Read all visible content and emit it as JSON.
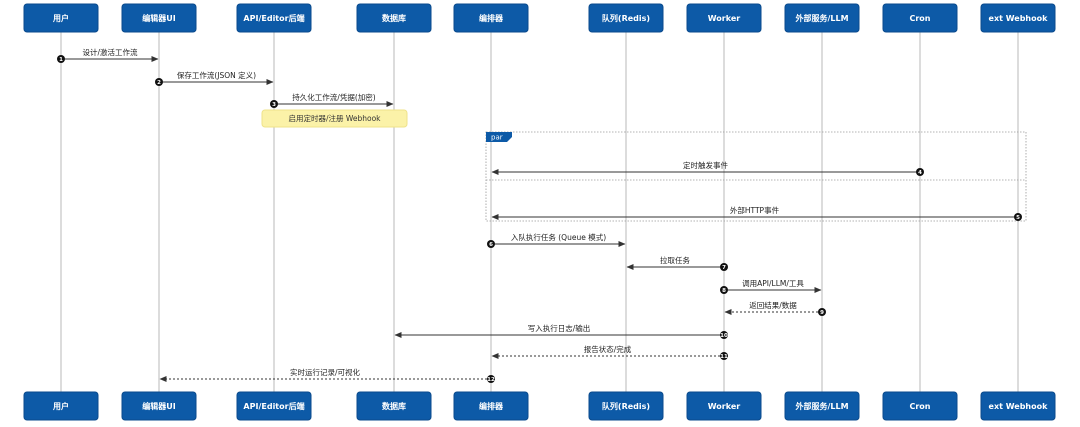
{
  "participants": [
    {
      "id": "user",
      "label": "用户"
    },
    {
      "id": "editor_ui",
      "label": "编辑器UI"
    },
    {
      "id": "api",
      "label": "API/Editor后端"
    },
    {
      "id": "db",
      "label": "数据库"
    },
    {
      "id": "orchestrator",
      "label": "编排器"
    },
    {
      "id": "queue",
      "label": "队列(Redis)"
    },
    {
      "id": "worker",
      "label": "Worker"
    },
    {
      "id": "external",
      "label": "外部服务/LLM"
    },
    {
      "id": "cron",
      "label": "Cron"
    },
    {
      "id": "webhook",
      "label": "ext Webhook"
    }
  ],
  "messages": [
    {
      "num": "1",
      "from": "user",
      "to": "editor_ui",
      "label": "设计/激活工作流",
      "style": "solid"
    },
    {
      "num": "2",
      "from": "editor_ui",
      "to": "api",
      "label": "保存工作流(JSON 定义)",
      "style": "solid"
    },
    {
      "num": "3",
      "from": "api",
      "to": "db",
      "label": "持久化工作流/凭据(加密)",
      "style": "solid"
    },
    {
      "num": "4",
      "from": "cron",
      "to": "orchestrator",
      "label": "定时触发事件",
      "style": "solid"
    },
    {
      "num": "5",
      "from": "webhook",
      "to": "orchestrator",
      "label": "外部HTTP事件",
      "style": "solid"
    },
    {
      "num": "6",
      "from": "orchestrator",
      "to": "queue",
      "label": "入队执行任务 (Queue 模式)",
      "style": "solid"
    },
    {
      "num": "7",
      "from": "worker",
      "to": "queue",
      "label": "拉取任务",
      "style": "solid"
    },
    {
      "num": "8",
      "from": "worker",
      "to": "external",
      "label": "调用API/LLM/工具",
      "style": "solid"
    },
    {
      "num": "9",
      "from": "external",
      "to": "worker",
      "label": "返回结果/数据",
      "style": "dashed"
    },
    {
      "num": "10",
      "from": "worker",
      "to": "db",
      "label": "写入执行日志/输出",
      "style": "solid"
    },
    {
      "num": "11",
      "from": "worker",
      "to": "orchestrator",
      "label": "报告状态/完成",
      "style": "dashed"
    },
    {
      "num": "12",
      "from": "orchestrator",
      "to": "editor_ui",
      "label": "实时运行记录/可视化",
      "style": "dashed"
    }
  ],
  "note": {
    "text": "启用定时器/注册 Webhook",
    "over": [
      "api",
      "db"
    ]
  },
  "frame": {
    "tag": "par"
  },
  "colors": {
    "actor": "#0d5aa7",
    "note": "#fbf2a8",
    "line": "#333333"
  }
}
